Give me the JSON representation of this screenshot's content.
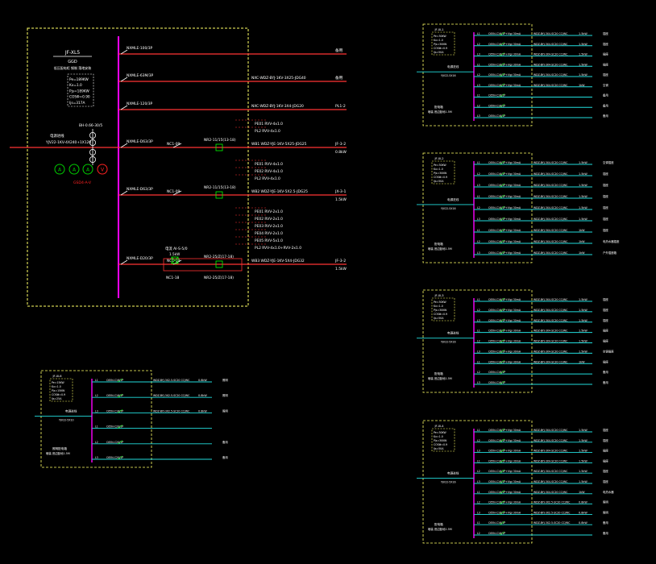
{
  "colors": {
    "background": "#000000",
    "frame": "#ffff66",
    "busbar": "#ff00ff",
    "feeder": "#ff3333",
    "feeder_cyan": "#22dddd",
    "text": "#ffffff",
    "meter": "#00cc00",
    "meter_v": "#ff2222",
    "breaker": "#00ff00"
  },
  "main_panel": {
    "title": "JF-XL5",
    "subtitle": "GGD",
    "subtitle2": "低压配电柜 钢制 落地安装",
    "params": [
      "Pe=189KW",
      "Kx=1.0",
      "Pjs=189KW",
      "COSΦ=0.90",
      "Ijs=317A"
    ],
    "incoming_switch": "BH-0.66-30/5",
    "incoming_label": "电源进线",
    "incoming_cable": "YJV22-1KV-4X240+1X120",
    "meter_labels": [
      "A",
      "A",
      "A",
      "V"
    ],
    "meter_caption": "GSD4-A-V",
    "feeders": [
      {
        "breaker": "NXMLE-100/3P",
        "label": "备用",
        "cable": ""
      },
      {
        "breaker": "NXMLE-63M/3P",
        "label": "备用",
        "cable": "NXC-WDZ-BYJ-1KV-3X25-JDG40"
      },
      {
        "breaker": "NXMLE-120/3P",
        "label": "PL1-2",
        "cable": "NXC-WDZ-BYJ-1KV-3X4-JDG20"
      },
      {
        "breaker": "NXMLE-D63/3P",
        "label": "JF-3-2",
        "sub": "0.8kW",
        "cable": "WB1  WDZ-YJE-1KV-5X25-JDG25",
        "contactor": "NC1-09",
        "relay": "NR2-11/15(13-18)",
        "notes": [
          "PE01 RVV-4x1.0",
          "PL2 RVV-4x1.0"
        ]
      },
      {
        "breaker": "NXMLE-D63/3P",
        "label": "JX-3-1",
        "sub": "1.5kW",
        "cable": "WB2  WDZ-YJE-1KV-5X2.5-JDG25",
        "contactor": "NC1-09",
        "relay": "NR2-11/15(13-18)",
        "notes": [
          "PE01 RVV-4x1.0",
          "PE02 RVV-4x1.0",
          "PL2 RVV-4x1.0"
        ]
      },
      {
        "breaker": "NXMLE-D20/3P",
        "label": "JF-3-2",
        "sub": "1.5kW",
        "cable": "WB3 WDZ-YJE-1KV-5X4-JDG32",
        "contactor": "NC1-18",
        "relay": "NR2-25/Z(17-18)",
        "aux": "NC1-18",
        "meter": "电流 AI-S-5/0",
        "meter_sub": "1.5kW",
        "notes": [
          "PE01 RVV-2x1.0",
          "PE02 RVV-2x1.0",
          "PE03 RVV-2x1.0",
          "PE04 RVV-2x1.0",
          "PE05 RVV-5x1.0",
          "PL2 RVV-4x1.0+RVV-2x1.0"
        ]
      }
    ]
  },
  "small_panels": [
    {
      "name": "panel-bottom-left",
      "title": "JF-XL6",
      "params": [
        "Pe=15KW",
        "Kx=1.0",
        "Pjs=15KW",
        "COSΦ=0.9",
        "Ijs=25A"
      ],
      "incoming": "电源进线",
      "incoming_cable": "YJV22-5X10",
      "caption": "照明配电箱",
      "caption2": "暗装 底边距地1.5M",
      "rows": [
        {
          "num": "L1",
          "breaker": "C65N-C16/1P",
          "cable": "WDZ-BYJ-3X2.5-SC20 CC/WC",
          "kw": "0.8kW",
          "label": "照明"
        },
        {
          "num": "L2",
          "breaker": "C65N-C16/1P",
          "cable": "WDZ-BYJ-3X2.5-SC20 CC/WC",
          "kw": "0.8kW",
          "label": "照明"
        },
        {
          "num": "L3",
          "breaker": "C65N-C16/1P",
          "cable": "WDZ-BYJ-3X2.5-SC20 CC/WC",
          "kw": "0.8kW",
          "label": "照明"
        },
        {
          "num": "L1",
          "breaker": "C65N-C20/1P",
          "cable": "",
          "kw": "",
          "label": ""
        },
        {
          "num": "L2",
          "breaker": "C65N-C20/1P",
          "cable": "",
          "kw": "",
          "label": "备用"
        },
        {
          "num": "L3",
          "breaker": "C65N-C20/1P",
          "cable": "",
          "kw": "",
          "label": "备用"
        }
      ]
    },
    {
      "name": "panel-right-1",
      "title": "JF-XL1",
      "params": [
        "Pe=30KW",
        "Kx=1.0",
        "Pjs=30KW",
        "COSΦ=0.9",
        "Ijs=50A"
      ],
      "incoming": "电源进线",
      "incoming_cable": "YJV22-5X16",
      "caption": "配电箱",
      "caption2": "暗装 底边距地1.5M",
      "rows": [
        {
          "num": "L1",
          "breaker": "C65N-C16/1P+Vigi 30mA",
          "cable": "WDZ-BYJ-3X4-SC20 CC/WC",
          "kw": "1.5kW",
          "label": "插座"
        },
        {
          "num": "L2",
          "breaker": "C65N-C16/1P+Vigi 30mA",
          "cable": "WDZ-BYJ-3X4-SC20 CC/WC",
          "kw": "1.5kW",
          "label": "插座"
        },
        {
          "num": "L3",
          "breaker": "C65N-C16/1P+Vigi 30mA",
          "cable": "WDZ-BYJ-3X4-SC20 CC/WC",
          "kw": "1.5kW",
          "label": "插座"
        },
        {
          "num": "L1",
          "breaker": "C65N-C16/1P+Vigi 30mA",
          "cable": "WDZ-BYJ-3X4-SC20 CC/WC",
          "kw": "1.5kW",
          "label": "插座"
        },
        {
          "num": "L2",
          "breaker": "C65N-C16/1P+Vigi 30mA",
          "cable": "WDZ-BYJ-3X4-SC20 CC/WC",
          "kw": "1.5kW",
          "label": "插座"
        },
        {
          "num": "L3",
          "breaker": "C65N-C16/1P+Vigi 30mA",
          "cable": "WDZ-BYJ-3X4-SC20 CC/WC",
          "kw": "1kW",
          "label": "空调"
        },
        {
          "num": "L1",
          "breaker": "C65N-C16/1P",
          "cable": "",
          "kw": "",
          "label": "备用"
        },
        {
          "num": "L2",
          "breaker": "C65N-C16/1P",
          "cable": "",
          "kw": "",
          "label": "备用"
        },
        {
          "num": "L3",
          "breaker": "C65N-C16/1P",
          "cable": "",
          "kw": "",
          "label": "备用"
        }
      ]
    },
    {
      "name": "panel-right-2",
      "title": "JF-XL2",
      "params": [
        "Pe=30KW",
        "Kx=1.0",
        "Pjs=30KW",
        "COSΦ=0.9",
        "Ijs=50A"
      ],
      "incoming": "电源进线",
      "incoming_cable": "YJV22-5X16",
      "caption": "配电箱",
      "caption2": "暗装 底边距地1.5M",
      "rows": [
        {
          "num": "L1",
          "breaker": "C65N-C16/1P+Vigi 30mA",
          "cable": "WDZ-BYJ-3X4-SC20 CC/WC",
          "kw": "1.5kW",
          "label": "空调插座"
        },
        {
          "num": "L2",
          "breaker": "C65N-C16/1P+Vigi 30mA",
          "cable": "WDZ-BYJ-3X4-SC20 CC/WC",
          "kw": "1.5kW",
          "label": "插座"
        },
        {
          "num": "L3",
          "breaker": "C65N-C16/1P+Vigi 30mA",
          "cable": "WDZ-BYJ-3X4-SC20 CC/WC",
          "kw": "1.5kW",
          "label": "插座"
        },
        {
          "num": "L1",
          "breaker": "C65N-C16/1P+Vigi 30mA",
          "cable": "WDZ-BYJ-3X4-SC20 CC/WC",
          "kw": "1.5kW",
          "label": "插座"
        },
        {
          "num": "L2",
          "breaker": "C65N-C16/1P+Vigi 30mA",
          "cable": "WDZ-BYJ-3X4-SC20 CC/WC",
          "kw": "1.5kW",
          "label": "插座"
        },
        {
          "num": "L3",
          "breaker": "C65N-C16/1P+Vigi 30mA",
          "cable": "WDZ-BYJ-3X4-SC20 CC/WC",
          "kw": "1.5kW",
          "label": "插座"
        },
        {
          "num": "L1",
          "breaker": "C65N-C16/1P+Vigi 30mA",
          "cable": "WDZ-BYJ-3X4-SC20 CC/WC",
          "kw": "1kW",
          "label": "插座"
        },
        {
          "num": "L2",
          "breaker": "C65N-C16/1P+Vigi 30mA",
          "cable": "WDZ-BYJ-3X4-SC20 CC/WC",
          "kw": "1kW",
          "label": "电热水器插座"
        },
        {
          "num": "L3",
          "breaker": "C65N-C16/1P+Vigi 30mA",
          "cable": "WDZ-BYJ-3X4-SC20 CC/WC",
          "kw": "1kW",
          "label": "户外插座箱"
        }
      ]
    },
    {
      "name": "panel-right-3",
      "title": "JF-XL3",
      "params": [
        "Pe=30KW",
        "Kx=1.0",
        "Pjs=30KW",
        "COSΦ=0.9",
        "Ijs=50A"
      ],
      "incoming": "电源进线",
      "incoming_cable": "YJV22-5X16",
      "caption": "配电箱",
      "caption2": "暗装 底边距地1.5M",
      "rows": [
        {
          "num": "L1",
          "breaker": "C65N-C16/1P+Vigi 30mA",
          "cable": "WDZ-BYJ-3X4-SC20 CC/WC",
          "kw": "1.5kW",
          "label": "插座"
        },
        {
          "num": "L2",
          "breaker": "C65N-C16/1P+Vigi 30mA",
          "cable": "WDZ-BYJ-3X4-SC20 CC/WC",
          "kw": "1.5kW",
          "label": "插座"
        },
        {
          "num": "L3",
          "breaker": "C65N-C16/1P+Vigi 30mA",
          "cable": "WDZ-BYJ-3X4-SC20 CC/WC",
          "kw": "1.5kW",
          "label": "插座"
        },
        {
          "num": "L1",
          "breaker": "C65N-C16/1P+Vigi 30mA",
          "cable": "WDZ-BYJ-3X4-SC20 CC/WC",
          "kw": "1.5kW",
          "label": "插座"
        },
        {
          "num": "L2",
          "breaker": "C65N-C16/1P+Vigi 30mA",
          "cable": "WDZ-BYJ-3X4-SC20 CC/WC",
          "kw": "1.5kW",
          "label": "插座"
        },
        {
          "num": "L3",
          "breaker": "C65N-C16/1P+Vigi 30mA",
          "cable": "WDZ-BYJ-3X4-SC20 CC/WC",
          "kw": "1.5kW",
          "label": "空调插座"
        },
        {
          "num": "L1",
          "breaker": "C65N-C16/1P+Vigi 30mA",
          "cable": "WDZ-BYJ-3X4-SC20 CC/WC",
          "kw": "1kW",
          "label": "插座"
        },
        {
          "num": "L2",
          "breaker": "C65N-C16/1P",
          "cable": "",
          "kw": "",
          "label": "备用"
        },
        {
          "num": "L3",
          "breaker": "C65N-C16/1P",
          "cable": "",
          "kw": "",
          "label": "备用"
        }
      ]
    },
    {
      "name": "panel-right-4",
      "title": "JF-XL4",
      "params": [
        "Pe=30KW",
        "Kx=1.0",
        "Pjs=30KW",
        "COSΦ=0.9",
        "Ijs=50A"
      ],
      "incoming": "电源进线",
      "incoming_cable": "YJV22-5X16",
      "caption": "配电箱",
      "caption2": "暗装 底边距地1.5M",
      "rows": [
        {
          "num": "L1",
          "breaker": "C65N-C16/1P+Vigi 30mA",
          "cable": "WDZ-BYJ-3X4-SC20 CC/WC",
          "kw": "1.5kW",
          "label": "插座"
        },
        {
          "num": "L2",
          "breaker": "C65N-C16/1P+Vigi 30mA",
          "cable": "WDZ-BYJ-3X4-SC20 CC/WC",
          "kw": "1.5kW",
          "label": "插座"
        },
        {
          "num": "L3",
          "breaker": "C65N-C16/1P+Vigi 30mA",
          "cable": "WDZ-BYJ-3X4-SC20 CC/WC",
          "kw": "1.5kW",
          "label": "插座"
        },
        {
          "num": "L1",
          "breaker": "C65N-C16/1P+Vigi 30mA",
          "cable": "WDZ-BYJ-3X4-SC20 CC/WC",
          "kw": "1.5kW",
          "label": "插座"
        },
        {
          "num": "L2",
          "breaker": "C65N-C16/1P+Vigi 30mA",
          "cable": "WDZ-BYJ-3X4-SC20 CC/WC",
          "kw": "1.5kW",
          "label": "插座"
        },
        {
          "num": "L3",
          "breaker": "C65N-C16/1P+Vigi 30mA",
          "cable": "WDZ-BYJ-3X4-SC20 CC/WC",
          "kw": "1.5kW",
          "label": "插座"
        },
        {
          "num": "L1",
          "breaker": "C65N-C16/1P+Vigi 30mA",
          "cable": "WDZ-BYJ-3X4-SC20 CC/WC",
          "kw": "1kW",
          "label": "电热水器"
        },
        {
          "num": "L2",
          "breaker": "C65N-C16/1P+Vigi 30mA",
          "cable": "WDZ-BYJ-3X2.5-SC20 CC/WC",
          "kw": "0.8kW",
          "label": "照明"
        },
        {
          "num": "L3",
          "breaker": "C65N-C16/1P+Vigi 30mA",
          "cable": "WDZ-BYJ-3X2.5-SC20 CC/WC",
          "kw": "0.8kW",
          "label": "照明"
        },
        {
          "num": "L1",
          "breaker": "C65N-C16/1P",
          "cable": "WDZ-BYJ-3X2.5-SC20 CC/WC",
          "kw": "0.8kW",
          "label": "备用"
        },
        {
          "num": "L2",
          "breaker": "C65N-C16/1P",
          "cable": "",
          "kw": "",
          "label": "备用"
        }
      ]
    }
  ]
}
